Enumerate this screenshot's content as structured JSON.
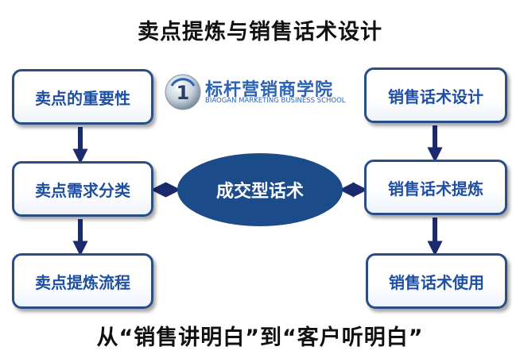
{
  "title": "卖点提炼与销售话术设计",
  "subtitle": "从“销售讲明白”到“客户听明白”",
  "left_boxes": [
    "卖点的重要性",
    "卖点需求分类",
    "卖点提炼流程"
  ],
  "right_boxes": [
    "销售话术设计",
    "销售话术提炼",
    "销售话术使用"
  ],
  "center": "成交型话术",
  "logo": {
    "number": "1",
    "name": "标杆营销商学院",
    "english": "BIAOGAN MARKETING BUSINESS SCHOOL"
  },
  "colors": {
    "box_border": "#2b4d86",
    "box_text": "#1f4fa3",
    "center_fill": "#1c4b8a",
    "arrow": "#1a2a6c"
  }
}
